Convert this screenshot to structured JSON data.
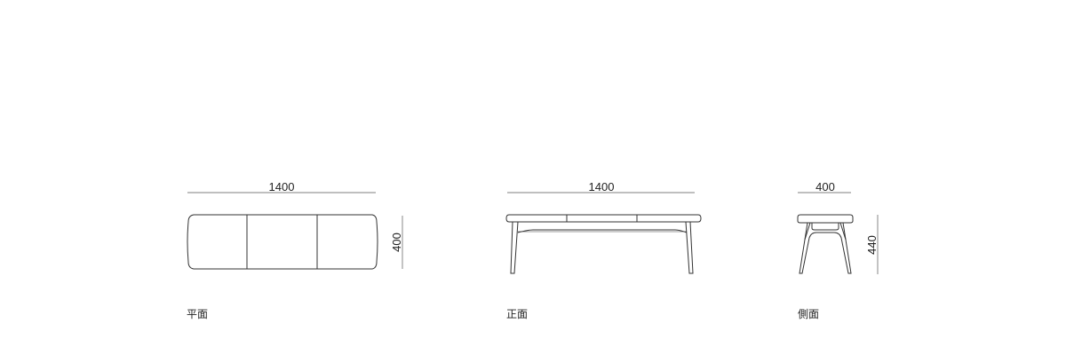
{
  "views": {
    "plan": {
      "label": "平面",
      "width_dim": "1400",
      "depth_dim": "400"
    },
    "front": {
      "label": "正面",
      "width_dim": "1400"
    },
    "side": {
      "label": "側面",
      "width_dim": "400",
      "height_dim": "440"
    }
  }
}
